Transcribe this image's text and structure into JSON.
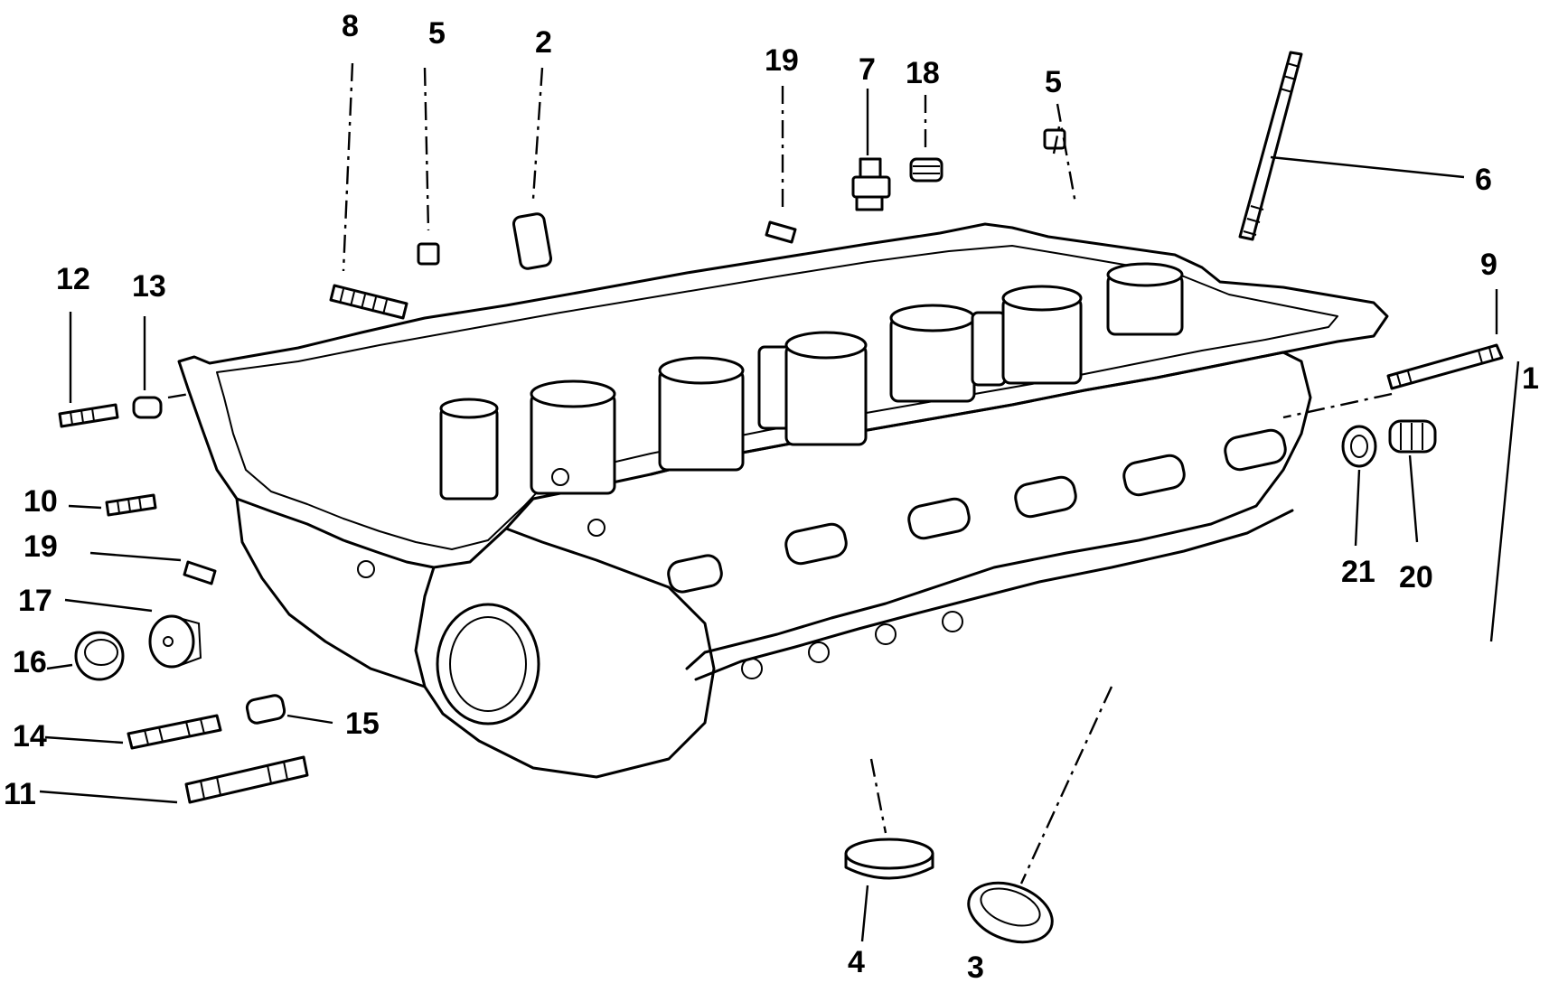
{
  "diagram": {
    "callouts": [
      {
        "id": "c8",
        "text": "8"
      },
      {
        "id": "c5a",
        "text": "5"
      },
      {
        "id": "c2",
        "text": "2"
      },
      {
        "id": "c19a",
        "text": "19"
      },
      {
        "id": "c7",
        "text": "7"
      },
      {
        "id": "c18",
        "text": "18"
      },
      {
        "id": "c5b",
        "text": "5"
      },
      {
        "id": "c6",
        "text": "6"
      },
      {
        "id": "c9",
        "text": "9"
      },
      {
        "id": "c1",
        "text": "1"
      },
      {
        "id": "c12",
        "text": "12"
      },
      {
        "id": "c13",
        "text": "13"
      },
      {
        "id": "c10",
        "text": "10"
      },
      {
        "id": "c19b",
        "text": "19"
      },
      {
        "id": "c17",
        "text": "17"
      },
      {
        "id": "c16",
        "text": "16"
      },
      {
        "id": "c14",
        "text": "14"
      },
      {
        "id": "c15",
        "text": "15"
      },
      {
        "id": "c11",
        "text": "11"
      },
      {
        "id": "c21",
        "text": "21"
      },
      {
        "id": "c20",
        "text": "20"
      },
      {
        "id": "c4",
        "text": "4"
      },
      {
        "id": "c3",
        "text": "3"
      }
    ],
    "line_color": "#000000",
    "background": "#ffffff"
  }
}
